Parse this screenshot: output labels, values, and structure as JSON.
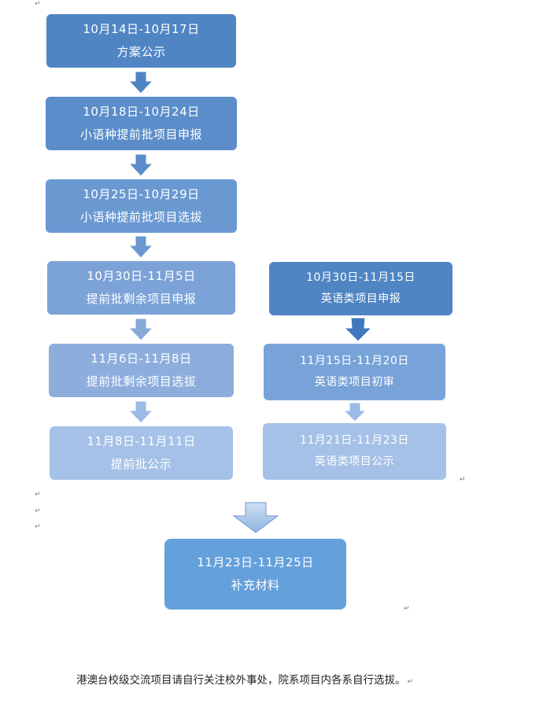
{
  "paragraph_mark": "↵",
  "colors": {
    "step_dark": "#4f85c3",
    "step_mid": "#6a99d2",
    "step_light": "#86a9da",
    "step_lighter": "#98b7e2",
    "step_lightest": "#a9c4e8",
    "arrow": "#5c8fcf",
    "arrow_light": "#9bbbe5",
    "final_box": "#64a0dc",
    "text": "#ffffff"
  },
  "left_column": [
    {
      "date": "10月14日-10月17日",
      "label": "方案公示"
    },
    {
      "date": "10月18日-10月24日",
      "label": "小语种提前批项目申报"
    },
    {
      "date": "10月25日-10月29日",
      "label": "小语种提前批项目选拔"
    },
    {
      "date": "10月30日-11月5日",
      "label": "提前批剩余项目申报"
    },
    {
      "date": "11月6日-11月8日",
      "label": "提前批剩余项目选拔"
    },
    {
      "date": "11月8日-11月11日",
      "label": "提前批公示"
    }
  ],
  "right_column": [
    {
      "date": "10月30日-11月15日",
      "label": "英语类项目申报"
    },
    {
      "date": "11月15日-11月20日",
      "label": "英语类项目初审"
    },
    {
      "date": "11月21日-11月23日",
      "label": "英语类项目公示"
    }
  ],
  "final": {
    "date": "11月23日-11月25日",
    "label": "补充材料"
  },
  "footnote": "港澳台校级交流项目请自行关注校外事处，院系项目内各系自行选拔。"
}
